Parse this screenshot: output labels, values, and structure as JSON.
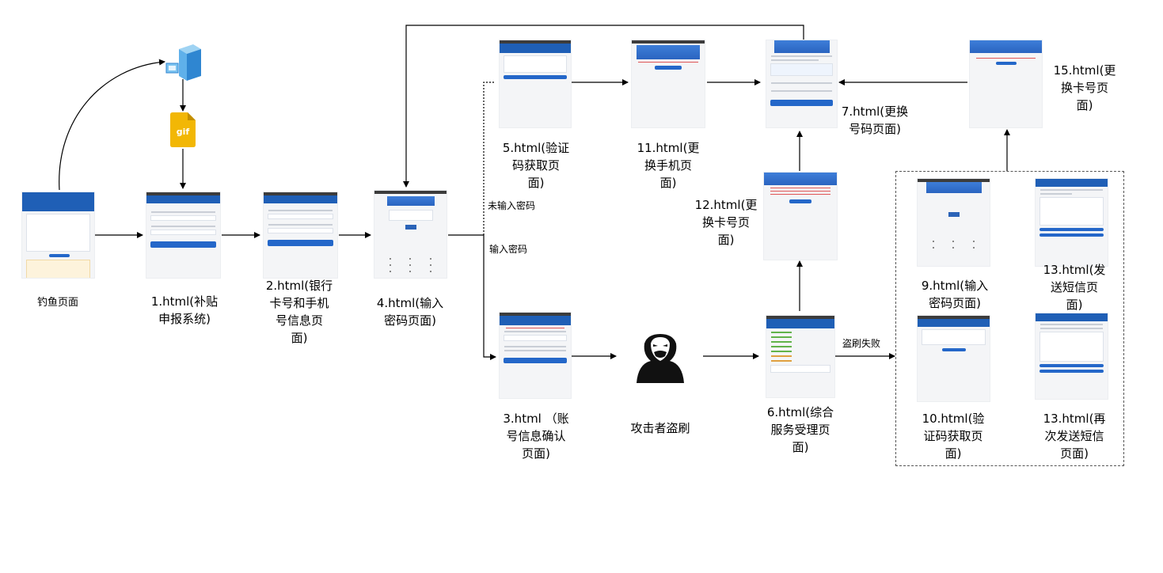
{
  "labels": {
    "phishing": "钓鱼页面",
    "p1": [
      "1.html(补贴",
      "申报系统)"
    ],
    "p2": [
      "2.html(银行",
      "卡号和手机",
      "号信息页",
      "面)"
    ],
    "p3": [
      "3.html （账",
      "号信息确认",
      "页面)"
    ],
    "p4": [
      "4.html(输入",
      "密码页面)"
    ],
    "p5": [
      "5.html(验证",
      "码获取页",
      "面)"
    ],
    "p6": [
      "6.html(综合",
      "服务受理页",
      "面)"
    ],
    "p7": [
      "7.html(更换",
      "号码页面)"
    ],
    "p9": [
      "9.html(输入",
      "密码页面)"
    ],
    "p10": [
      "10.html(验",
      "证码获取页",
      "面)"
    ],
    "p11": [
      "11.html(更",
      "换手机页",
      "面)"
    ],
    "p12": [
      "12.html(更",
      "换卡号页",
      "面)"
    ],
    "p13a": [
      "13.html(发",
      "送短信页",
      "面)"
    ],
    "p13b": [
      "13.html(再",
      "次发送短信",
      "页面)"
    ],
    "p15": [
      "15.html(更",
      "换卡号页",
      "面)"
    ],
    "attacker": "攻击者盗刷"
  },
  "edge_labels": {
    "no_password": "未输入密码",
    "password": "输入密码",
    "fail": "盗刷失败"
  },
  "icons": {
    "server": "server-icon",
    "gif": "gif-file-icon",
    "gif_text": "gif",
    "hacker": "hacker-icon"
  },
  "colors": {
    "page_header": "#1f5fb6",
    "button": "#2467c9",
    "edge": "#000000",
    "gif": "#f2b705"
  }
}
